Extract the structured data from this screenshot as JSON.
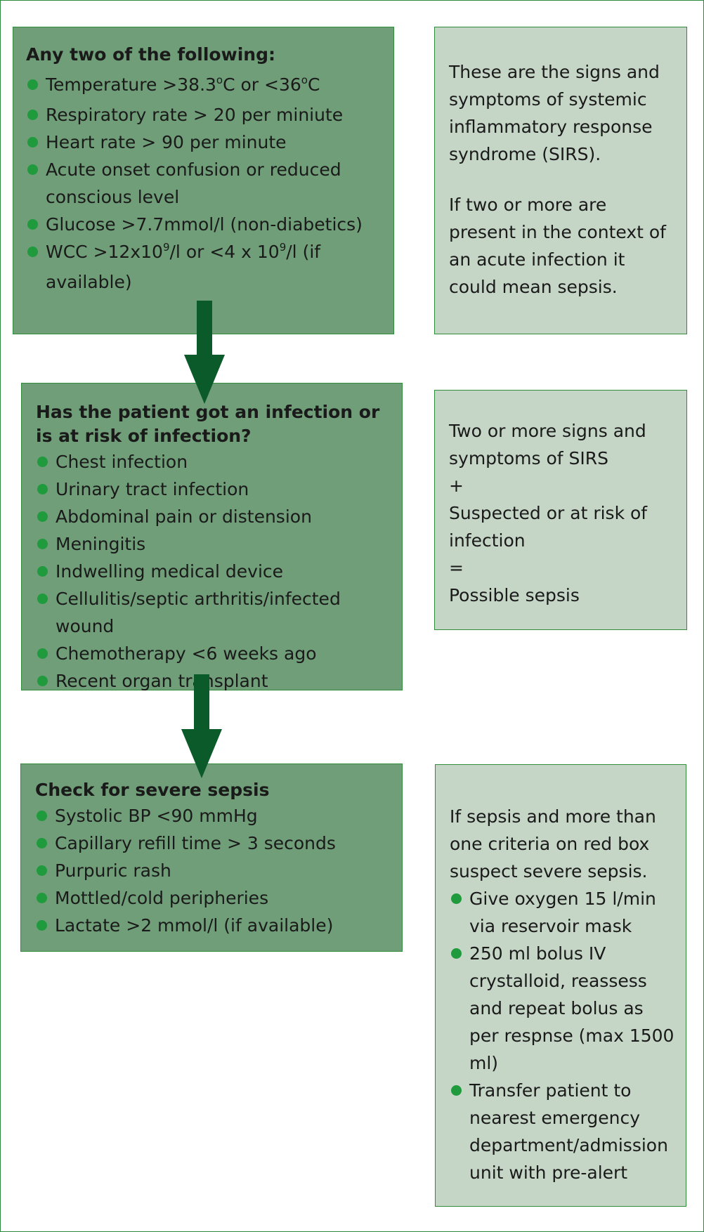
{
  "box1": {
    "title": "Any two of the following:",
    "items": {
      "temperature": {
        "a": "Temperature >38.3",
        "o1": "o",
        "b": "C or <36",
        "o2": "o",
        "c": "C"
      },
      "respiratory": "Respiratory rate > 20 per miniute",
      "heart": "Heart rate > 90 per minute",
      "confusion": "Acute onset confusion or reduced conscious level",
      "glucose": "Glucose >7.7mmol/l (non-diabetics)",
      "wcc": {
        "a": "WCC >12x10",
        "e1": "9",
        "b": "/l or <4 x 10",
        "e2": "9",
        "c": "/l (if available)"
      }
    }
  },
  "note1": {
    "para1": "These are the signs and symptoms of systemic inflammatory response syndrome (SIRS).",
    "para2": "If two or more are present in the context of an acute infection it could mean sepsis."
  },
  "box2": {
    "title": "Has the patient got an infection or is at risk of infection?",
    "items": [
      "Chest infection",
      "Urinary tract infection",
      "Abdominal pain or distension",
      "Meningitis",
      "Indwelling medical device",
      "Cellulitis/septic arthritis/infected wound",
      "Chemotherapy <6 weeks ago",
      "Recent organ transplant"
    ]
  },
  "note2": {
    "line1": "Two or more signs and symptoms of SIRS",
    "plus": "+",
    "line2": "Suspected or at risk of infection",
    "equals": "=",
    "line3": "Possible sepsis"
  },
  "box3": {
    "title": "Check for severe sepsis",
    "items": [
      "Systolic BP <90 mmHg",
      "Capillary refill time > 3 seconds",
      "Purpuric rash",
      "Mottled/cold peripheries",
      "Lactate >2 mmol/l (if available)"
    ]
  },
  "note3": {
    "intro": "If sepsis and more than one criteria on red box suspect severe sepsis.",
    "items": [
      "Give oxygen 15 l/min via reservoir mask",
      "250 ml bolus IV crystalloid, reassess and repeat bolus as per respnse (max 1500 ml)",
      "Transfer patient to nearest emergency department/admission unit with pre-alert"
    ]
  },
  "colors": {
    "dark_box": "#6f9e78",
    "light_box": "#c5d6c6",
    "arrow": "#0b5a2a",
    "bullet": "#1f9a3d",
    "border": "#2b8a3e"
  }
}
